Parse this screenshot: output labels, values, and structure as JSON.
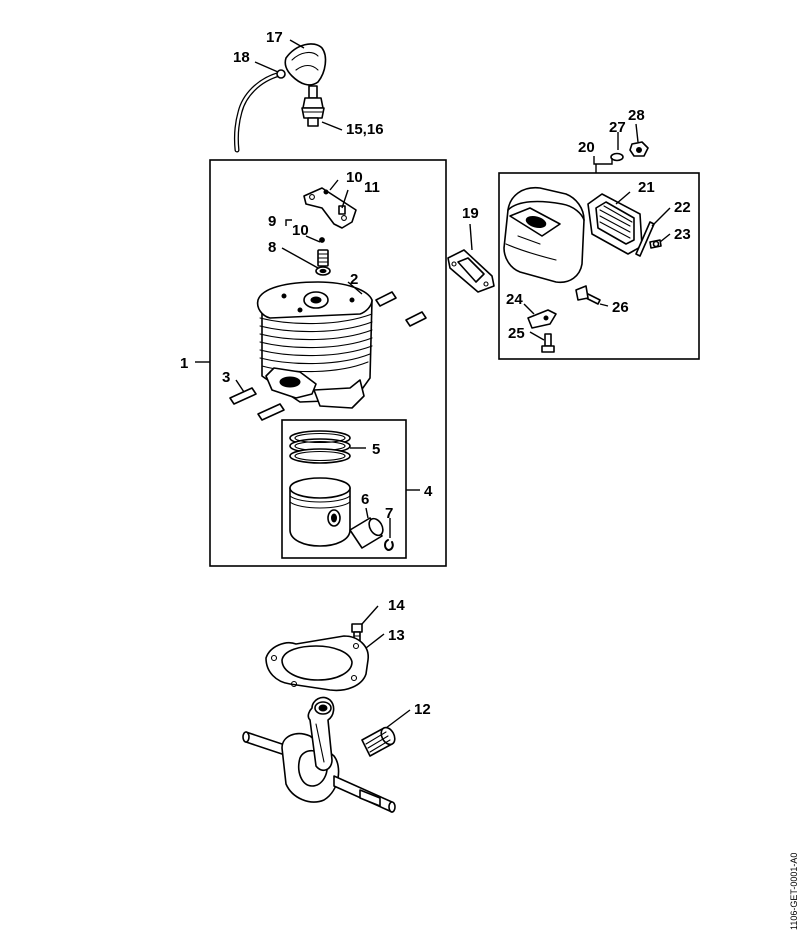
{
  "callouts": {
    "c1": "1",
    "c2": "2",
    "c3": "3",
    "c4": "4",
    "c5": "5",
    "c6": "6",
    "c7": "7",
    "c8": "8",
    "c9": "9",
    "c10a": "10",
    "c10b": "10",
    "c11": "11",
    "c12": "12",
    "c13": "13",
    "c14": "14",
    "c15": "15,16",
    "c17": "17",
    "c18": "18",
    "c19": "19",
    "c20": "20",
    "c21": "21",
    "c22": "22",
    "c23": "23",
    "c24": "24",
    "c25": "25",
    "c26": "26",
    "c27": "27",
    "c28": "28"
  },
  "document_id": "1106-GET-0001-A0"
}
